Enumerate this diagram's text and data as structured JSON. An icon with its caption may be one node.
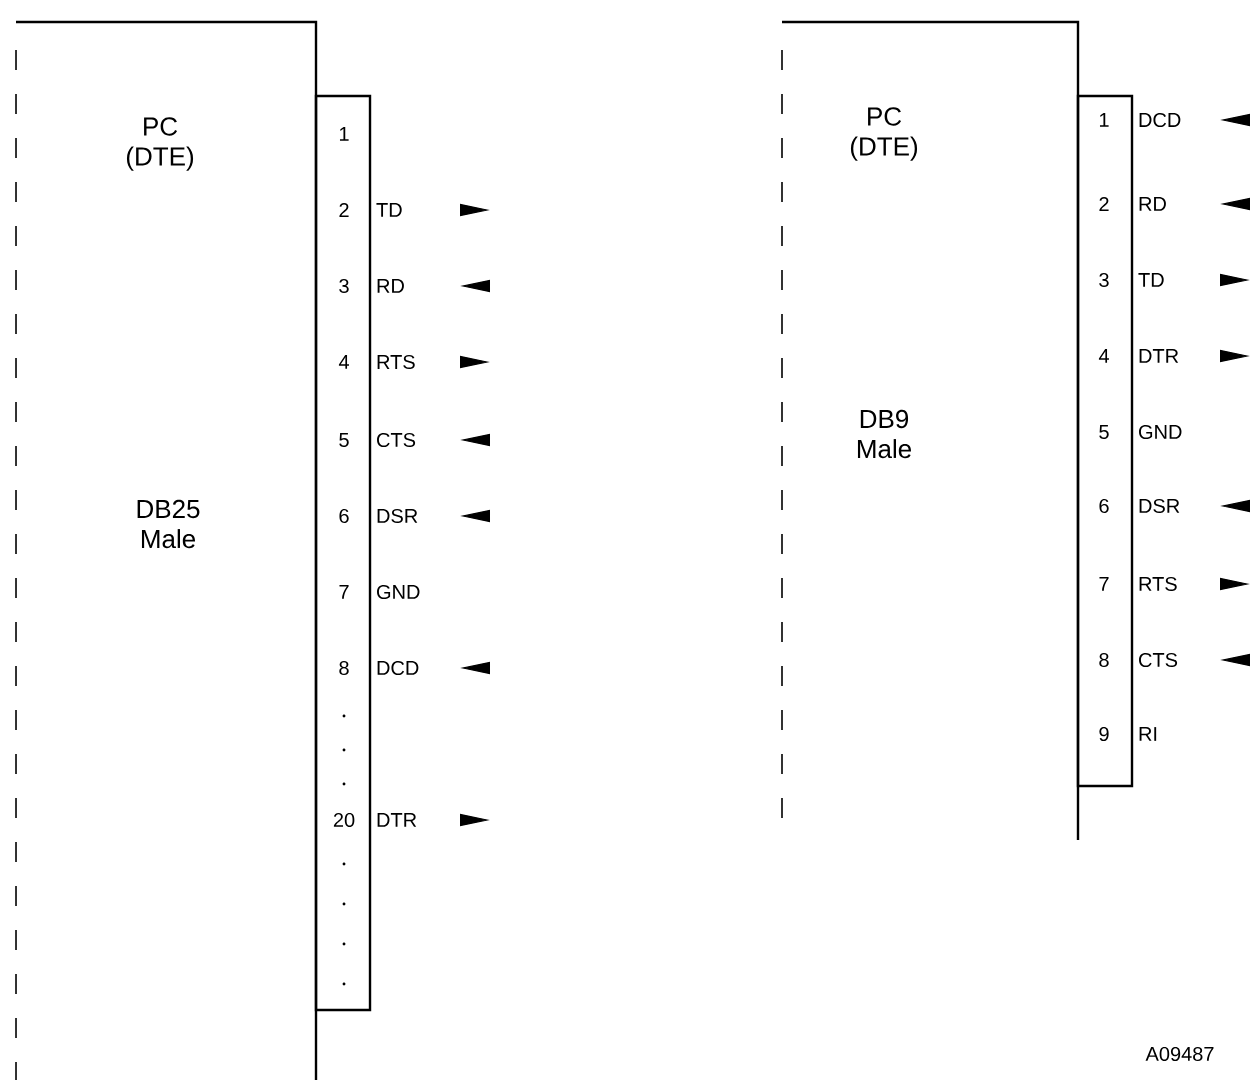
{
  "diagram": {
    "nodes": [
      {
        "text": [
          "PC (DTE)",
          "DB25 Male"
        ]
      },
      {
        "text": [
          "1",
          "2",
          "3",
          "4",
          "5",
          "6",
          "7",
          "8",
          "20"
        ]
      },
      {
        "text": [
          "TD"
        ]
      },
      {
        "text": [
          "RD"
        ]
      },
      {
        "text": [
          "RTS"
        ]
      },
      {
        "text": [
          "CTS"
        ]
      },
      {
        "text": [
          "DSR"
        ]
      },
      {
        "text": [
          "DCD"
        ]
      },
      {
        "text": [
          "DTR"
        ]
      },
      {
        "text": [
          "PC (DTE)",
          "DB9 Male"
        ]
      },
      {
        "text": [
          "1",
          "2",
          "3",
          "4",
          "5",
          "6",
          "7",
          "8",
          "9"
        ]
      },
      {
        "text": [
          "DCD"
        ]
      },
      {
        "text": [
          "RD"
        ]
      },
      {
        "text": [
          "TD"
        ]
      },
      {
        "text": [
          "DTR"
        ]
      },
      {
        "text": [
          "DSR"
        ]
      },
      {
        "text": [
          "RTS"
        ]
      },
      {
        "text": [
          "CTS"
        ]
      }
    ],
    "edges": [
      {
        "from": 2,
        "to": null,
        "arrow": "to"
      },
      {
        "from": null,
        "to": 3,
        "arrow": "to"
      },
      {
        "from": 4,
        "to": null,
        "arrow": "to"
      },
      {
        "from": null,
        "to": 5,
        "arrow": "to"
      },
      {
        "from": null,
        "to": 6,
        "arrow": "to"
      },
      {
        "from": null,
        "to": 7,
        "arrow": "to"
      },
      {
        "from": 8,
        "to": null,
        "arrow": "to"
      },
      {
        "from": null,
        "to": 11,
        "arrow": "to"
      },
      {
        "from": null,
        "to": 12,
        "arrow": "to"
      },
      {
        "from": 13,
        "to": null,
        "arrow": "to"
      },
      {
        "from": 14,
        "to": null,
        "arrow": "to"
      },
      {
        "from": null,
        "to": 15,
        "arrow": "to"
      },
      {
        "from": 16,
        "to": null,
        "arrow": "to"
      },
      {
        "from": null,
        "to": 17,
        "arrow": "to"
      }
    ],
    "labels": [
      "GND",
      "GND",
      "RI",
      "A09487"
    ]
  }
}
